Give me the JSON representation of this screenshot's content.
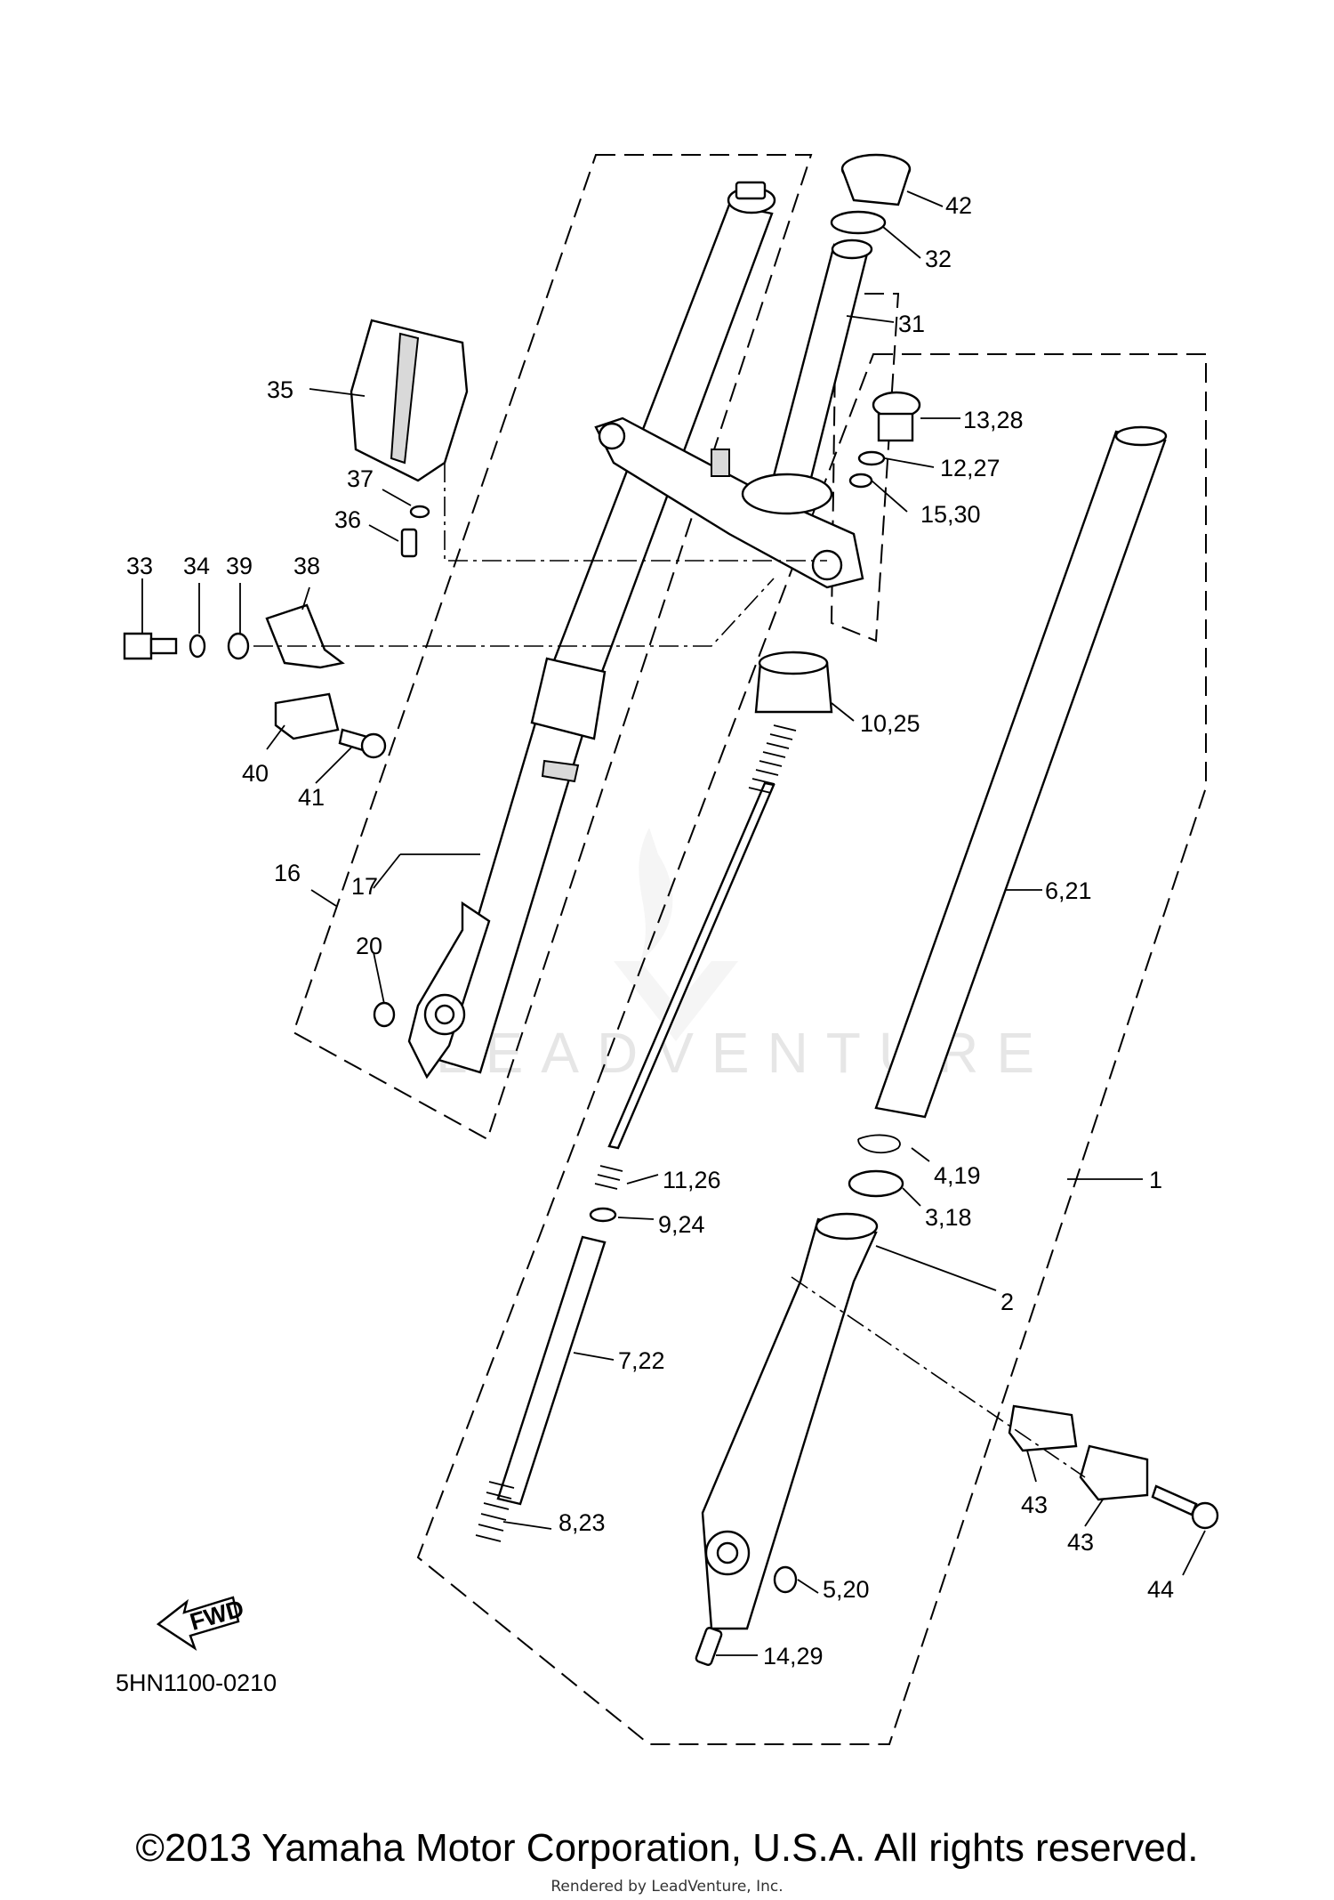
{
  "diagram": {
    "code": "5HN1100-0210",
    "fwd_label": "FWD",
    "watermark": "LEADVENTURE",
    "callouts": [
      "42",
      "32",
      "31",
      "35",
      "13,28",
      "12,27",
      "37",
      "15,30",
      "36",
      "33",
      "34",
      "39",
      "38",
      "10,25",
      "40",
      "41",
      "16",
      "17",
      "6,21",
      "20",
      "11,26",
      "4,19",
      "1",
      "9,24",
      "3,18",
      "2",
      "7,22",
      "43",
      "8,23",
      "43",
      "44",
      "5,20",
      "14,29"
    ]
  },
  "footer": {
    "copyright": "©2013 Yamaha Motor Corporation, U.S.A. All rights reserved.",
    "rendered_by": "Rendered by LeadVenture, Inc."
  }
}
